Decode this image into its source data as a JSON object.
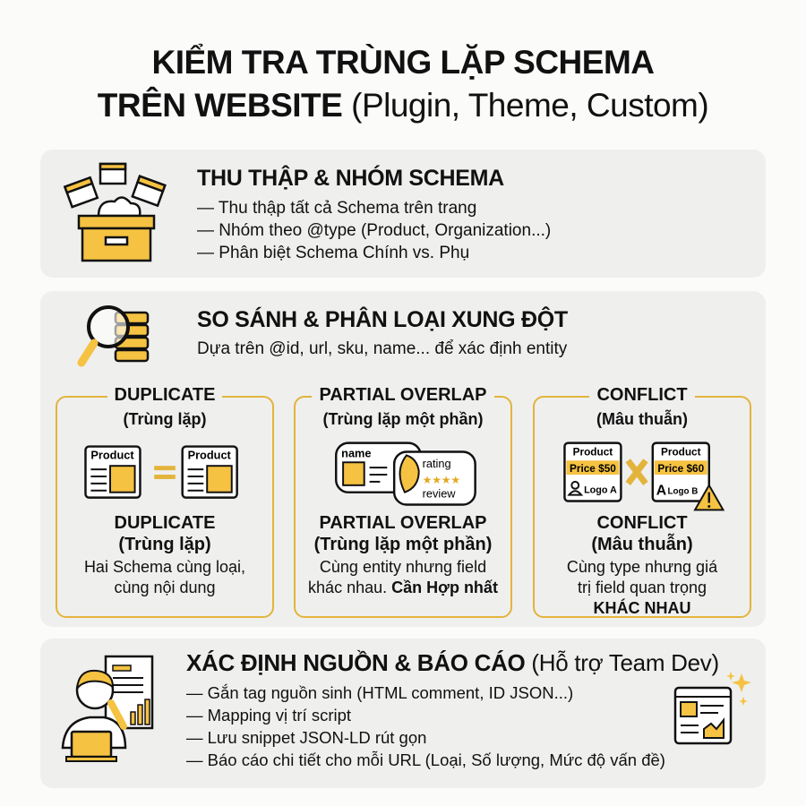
{
  "title": {
    "line1": "KIỂM TRA TRÙNG LẶP SCHEMA",
    "line2_bold": "TRÊN WEBSITE",
    "line2_light": "(Plugin, Theme, Custom)"
  },
  "section1": {
    "icon": "archive-box-icon",
    "title": "THU THẬP & NHÓM SCHEMA",
    "bullets": [
      "— Thu thập tất cả Schema trên trang",
      "— Nhóm theo @type (Product, Organization...)",
      "— Phân biệt Schema Chính vs. Phụ"
    ]
  },
  "section2": {
    "icon": "magnifier-database-icon",
    "title": "SO SÁNH & PHÂN LOẠI XUNG ĐỘT",
    "subtitle": "Dựa trên @id, url, sku, name... để xác định entity",
    "cards": [
      {
        "title": "DUPLICATE",
        "subtitle": "(Trùng lặp)",
        "bottom_title": "DUPLICATE",
        "bottom_subtitle": "(Trùng lặp)",
        "desc": "Hai Schema cùng loại,",
        "desc2": "cùng nội dung",
        "labels": [
          "Product",
          "Product"
        ]
      },
      {
        "title": "PARTIAL OVERLAP",
        "subtitle": "(Trùng lặp một phần)",
        "bottom_title": "PARTIAL OVERLAP",
        "bottom_subtitle": "(Trùng lặp một phần)",
        "desc": "Cùng entity nhưng field",
        "desc2": "khác nhau.",
        "desc_bold": "Cần Hợp nhất",
        "labels": [
          "name",
          "rating",
          "★★★★",
          "review"
        ]
      },
      {
        "title": "CONFLICT",
        "subtitle": "(Mâu thuẫn)",
        "bottom_title": "CONFLICT",
        "bottom_subtitle": "(Mâu thuẫn)",
        "desc": "Cùng type nhưng giá",
        "desc2": "trị field quan trọng",
        "desc_bold": "KHÁC NHAU",
        "labels": [
          "Product",
          "Price $50",
          "Logo A",
          "Product",
          "Price $60",
          "Logo B"
        ]
      }
    ]
  },
  "section3": {
    "icon": "developer-report-icon",
    "title": "XÁC ĐỊNH NGUỒN & BÁO CÁO",
    "title_light": "(Hỗ trợ Team Dev)",
    "bullets": [
      "— Gắn tag nguồn sinh (HTML comment, ID JSON...)",
      "— Mapping vị trí script",
      "— Lưu snippet JSON-LD rút gọn",
      "— Báo cáo chi tiết cho mỗi URL (Loại, Số lượng, Mức độ vấn đề)"
    ]
  },
  "colors": {
    "accent": "#f5c242",
    "border": "#e3b43c",
    "panel": "#efefee"
  }
}
